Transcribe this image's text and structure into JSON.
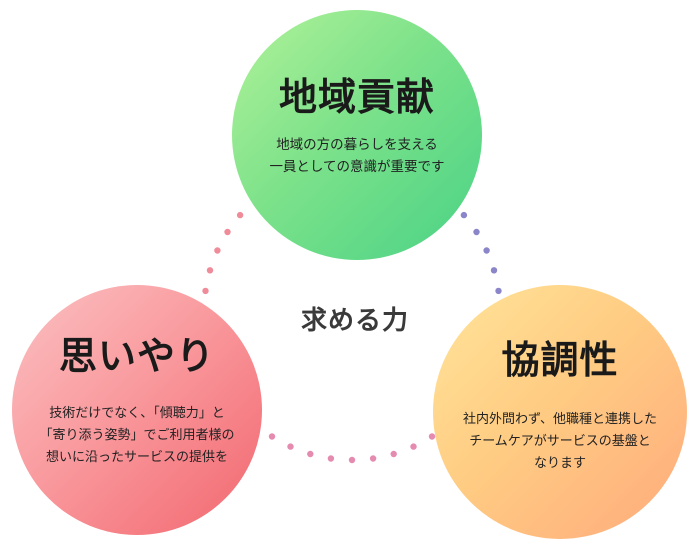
{
  "center_label": "求める力",
  "circles": {
    "top": {
      "title": "地域貢献",
      "desc_line1": "地域の方の暮らしを支える",
      "desc_line2": "一員としての意識が重要です"
    },
    "left": {
      "title": "思いやり",
      "desc_line1": "技術だけでなく、「傾聴力」と",
      "desc_line2": "「寄り添う姿勢」でご利用者様の",
      "desc_line3": "想いに沿ったサービスの提供を"
    },
    "right": {
      "title": "協調性",
      "desc_line1": "社内外問わず、他職種と連携した",
      "desc_line2": "チームケアがサービスの基盤と",
      "desc_line3": "なります"
    }
  },
  "colors": {
    "top_circle": "#7de28a",
    "left_circle": "#f99a9e",
    "right_circle": "#ffcc83",
    "dots_left_arc": "#f08c9a",
    "dots_right_arc": "#8b86c9",
    "dots_bottom_arc": "#e58bb0"
  }
}
